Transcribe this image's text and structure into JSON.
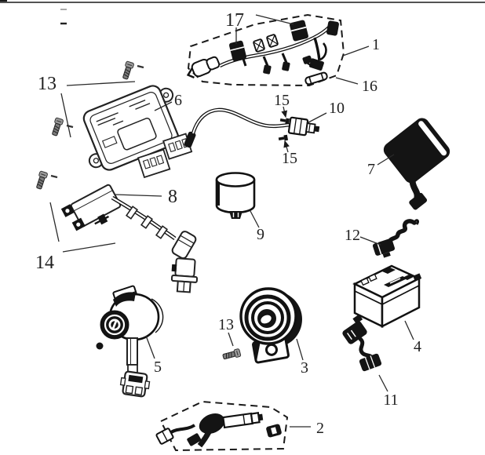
{
  "figure": {
    "colors": {
      "background": "#ffffff",
      "ink": "#1a1a1a",
      "fill_dark": "#141414",
      "screw_gray": "#9a9a9a",
      "leader": "#333333"
    },
    "callouts": [
      {
        "label": "17"
      },
      {
        "label": "1"
      },
      {
        "label": "16"
      },
      {
        "label": "13"
      },
      {
        "label": "6"
      },
      {
        "label": "15"
      },
      {
        "label": "10"
      },
      {
        "label": "15"
      },
      {
        "label": "7"
      },
      {
        "label": "8"
      },
      {
        "label": "9"
      },
      {
        "label": "12"
      },
      {
        "label": "14"
      },
      {
        "label": "13"
      },
      {
        "label": "5"
      },
      {
        "label": "3"
      },
      {
        "label": "4"
      },
      {
        "label": "11"
      },
      {
        "label": "2"
      }
    ]
  }
}
